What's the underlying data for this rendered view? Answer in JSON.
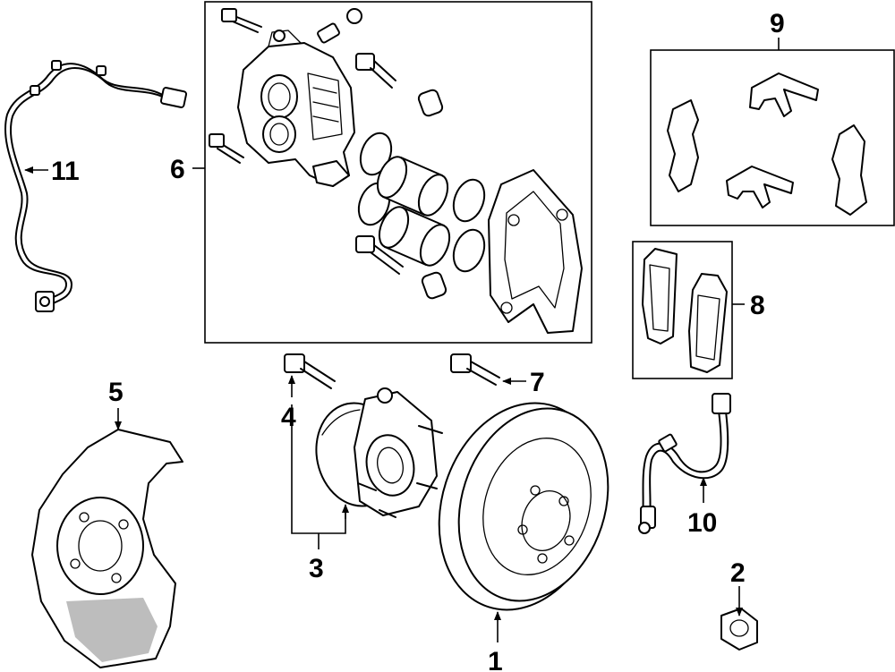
{
  "callouts": {
    "c1": "1",
    "c2": "2",
    "c3": "3",
    "c4": "4",
    "c5": "5",
    "c6": "6",
    "c7": "7",
    "c8": "8",
    "c9": "9",
    "c10": "10",
    "c11": "11"
  },
  "colors": {
    "line": "#000000",
    "background": "#ffffff",
    "shade": "#bdbdbd"
  }
}
